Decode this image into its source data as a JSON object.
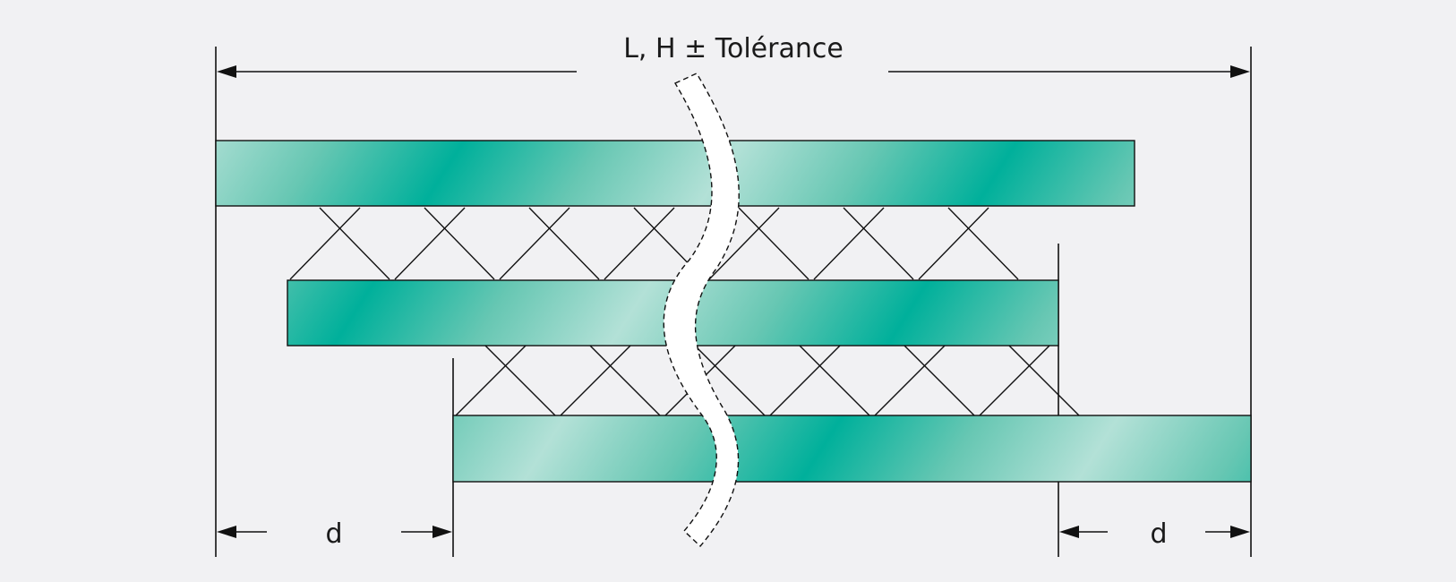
{
  "diagram": {
    "title_label": "L, H ±  Tolérance",
    "left_offset_label": "d",
    "right_offset_label": "d",
    "colors": {
      "background": "#f1f1f3",
      "bar_dark": "#00b09b",
      "bar_light": "#b3e1d7",
      "line": "#111111",
      "break_fill": "#ffffff"
    }
  }
}
